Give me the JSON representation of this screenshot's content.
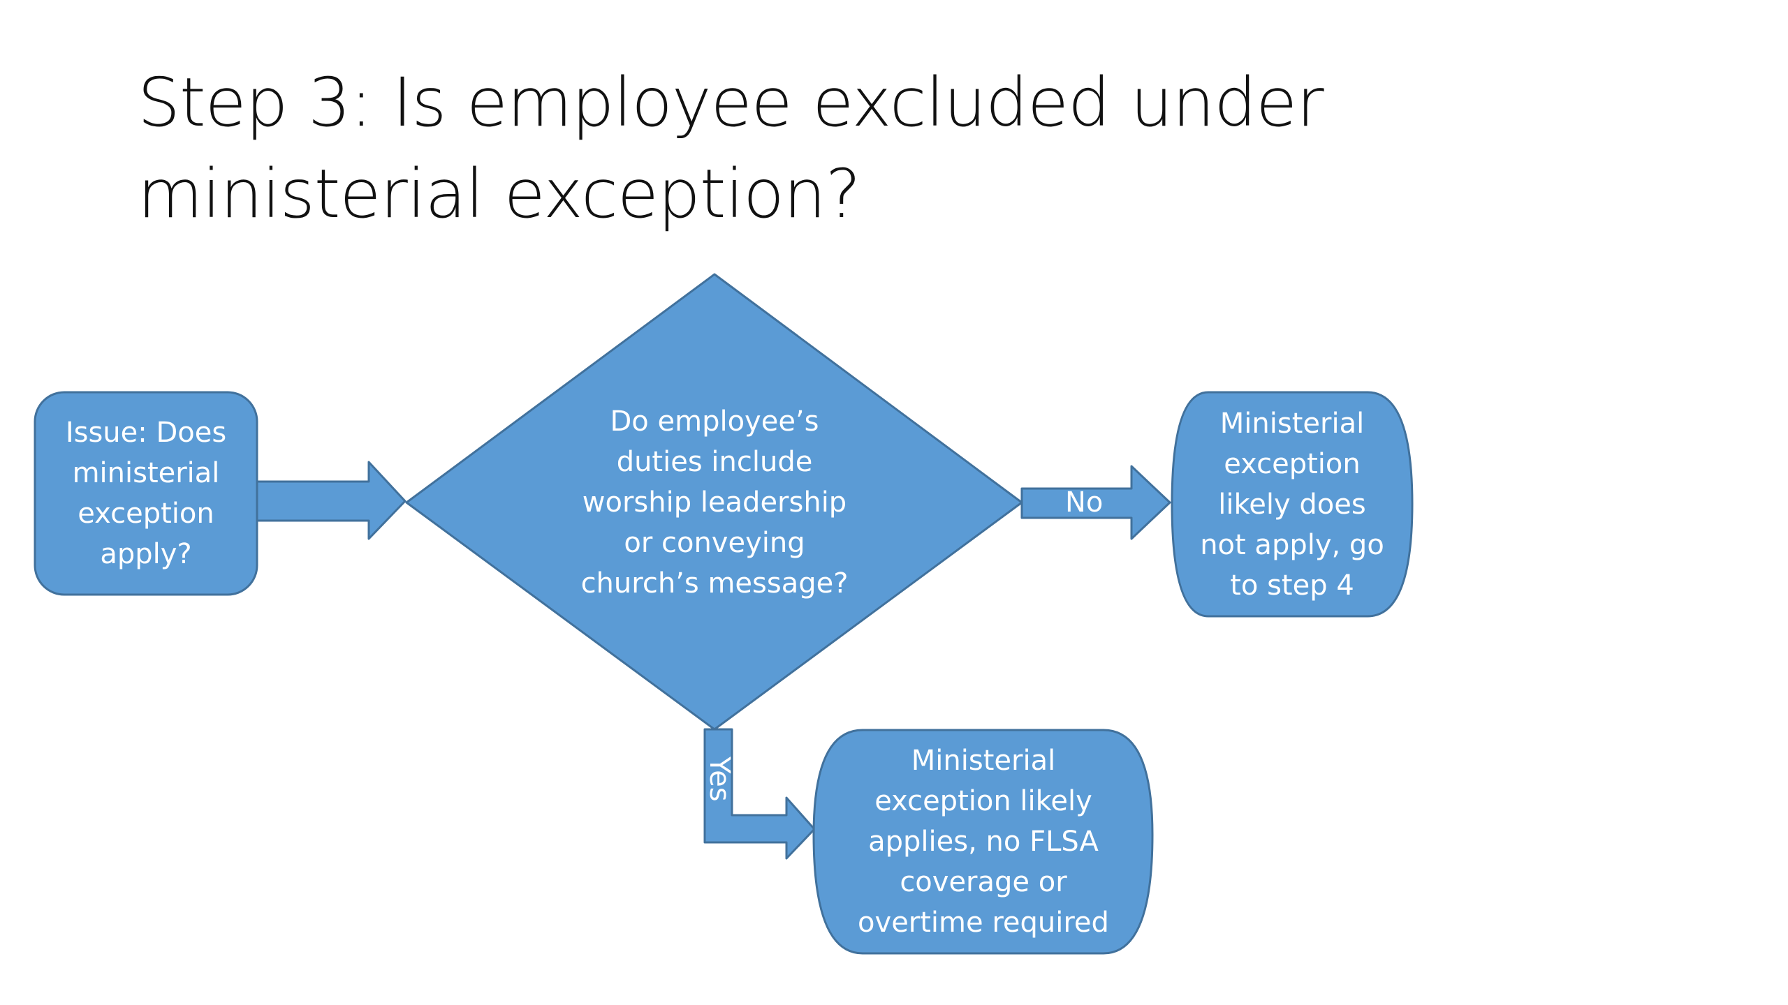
{
  "slide": {
    "title": "Step 3: Is employee excluded under ministerial exception?"
  },
  "colors": {
    "shape_fill": "#5b9bd5",
    "shape_stroke": "#41719c",
    "text_on_shape": "#ffffff",
    "title_text": "#111111"
  },
  "flowchart": {
    "issue": "Issue: Does\nministerial\nexception\napply?",
    "decision": "Do employee’s\nduties include\nworship leadership\nor  conveying\nchurch’s message?",
    "no_outcome": "Ministerial\nexception\nlikely does\nnot apply, go\nto step 4",
    "yes_outcome": "Ministerial\nexception likely\napplies, no FLSA\ncoverage or\novertime required",
    "edges": {
      "no_label": "No",
      "yes_label": "Yes"
    }
  }
}
